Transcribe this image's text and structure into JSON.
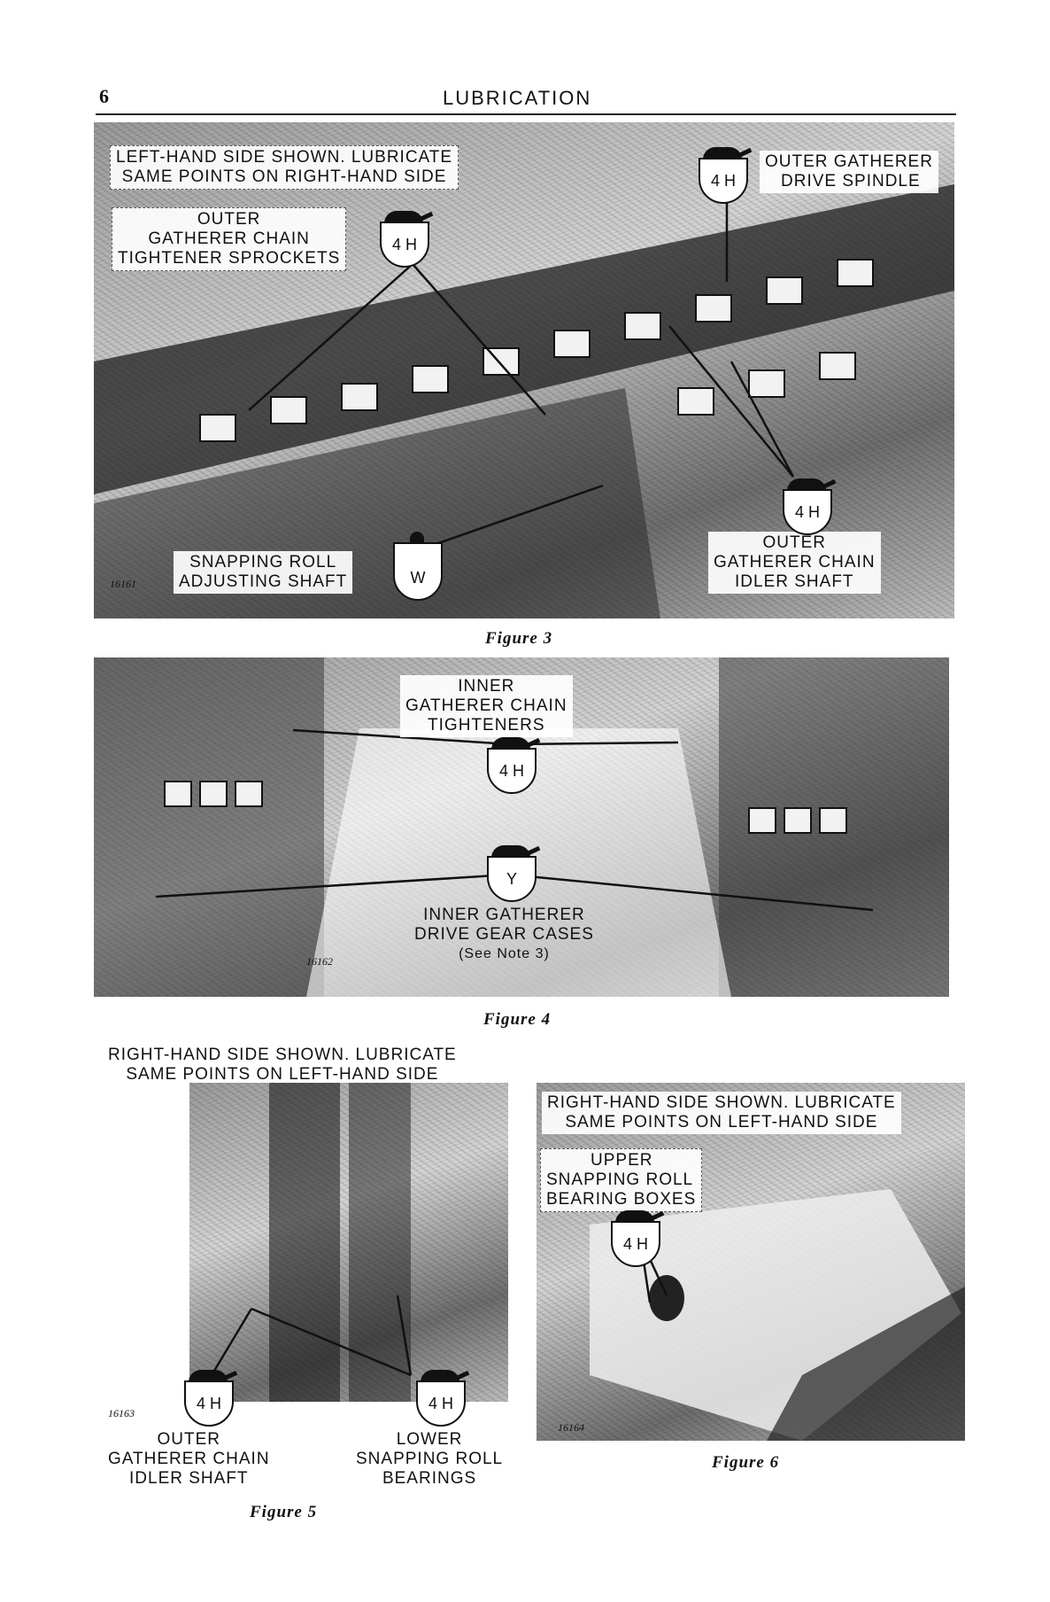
{
  "header": {
    "page_number": "6",
    "title": "LUBRICATION"
  },
  "figure3": {
    "caption": "Figure 3",
    "photo_number": "16161",
    "note": [
      "LEFT-HAND SIDE SHOWN. LUBRICATE",
      "SAME POINTS ON RIGHT-HAND SIDE"
    ],
    "labels": {
      "sprockets": [
        "OUTER",
        "GATHERER CHAIN",
        "TIGHTENER SPROCKETS"
      ],
      "spindle": [
        "OUTER GATHERER",
        "DRIVE SPINDLE"
      ],
      "adjusting": [
        "SNAPPING ROLL",
        "ADJUSTING SHAFT"
      ],
      "idler": [
        "OUTER",
        "GATHERER CHAIN",
        "IDLER SHAFT"
      ]
    },
    "symbols": {
      "sprockets": "4 H",
      "spindle": "4 H",
      "idler": "4 H",
      "adjusting": "W"
    }
  },
  "figure4": {
    "caption": "Figure 4",
    "photo_number": "16162",
    "labels": {
      "tighteners": [
        "INNER",
        "GATHERER CHAIN",
        "TIGHTENERS"
      ],
      "gearcases": [
        "INNER GATHERER",
        "DRIVE GEAR CASES",
        "(See Note 3)"
      ]
    },
    "symbols": {
      "tighteners": "4 H",
      "gearcases": "Y"
    }
  },
  "figure5": {
    "caption": "Figure 5",
    "photo_number": "16163",
    "note": [
      "RIGHT-HAND SIDE SHOWN. LUBRICATE",
      "SAME POINTS ON LEFT-HAND SIDE"
    ],
    "labels": {
      "idler": [
        "OUTER",
        "GATHERER CHAIN",
        "IDLER SHAFT"
      ],
      "lower": [
        "LOWER",
        "SNAPPING ROLL",
        "BEARINGS"
      ]
    },
    "symbols": {
      "idler": "4 H",
      "lower": "4 H"
    }
  },
  "figure6": {
    "caption": "Figure 6",
    "photo_number": "16164",
    "note": [
      "RIGHT-HAND SIDE SHOWN. LUBRICATE",
      "SAME POINTS ON LEFT-HAND SIDE"
    ],
    "labels": {
      "upper": [
        "UPPER",
        "SNAPPING ROLL",
        "BEARING BOXES"
      ]
    },
    "symbols": {
      "upper": "4 H"
    }
  }
}
